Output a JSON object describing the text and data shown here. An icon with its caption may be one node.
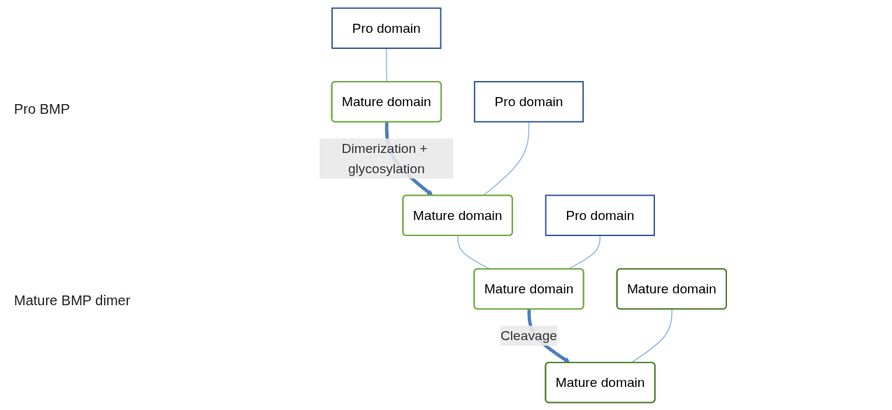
{
  "diagram": {
    "nodes": [
      {
        "text": [
          "Pro domain"
        ]
      },
      {
        "text": [
          "Mature domain"
        ]
      },
      {
        "text": [
          "Pro domain"
        ]
      },
      {
        "text": [
          "Mature domain"
        ]
      },
      {
        "text": [
          "Pro domain"
        ]
      },
      {
        "text": [
          "Mature domain"
        ]
      },
      {
        "text": [
          "Mature domain"
        ]
      },
      {
        "text": [
          "Mature domain"
        ]
      }
    ],
    "edges": [
      {
        "from": 0,
        "to": 1,
        "arrow": "none"
      },
      {
        "from": 1,
        "to": 3,
        "arrow": "to",
        "label": "Dimerization + glycosylation",
        "style": "thick",
        "color": "#4a7ebb"
      },
      {
        "from": 2,
        "to": 3,
        "arrow": "none"
      },
      {
        "from": 3,
        "to": 5,
        "arrow": "none"
      },
      {
        "from": 4,
        "to": 5,
        "arrow": "none"
      },
      {
        "from": 5,
        "to": 7,
        "arrow": "to",
        "label": "Cleavage",
        "style": "thick",
        "color": "#4a7ebb"
      },
      {
        "from": 6,
        "to": 7,
        "arrow": "none"
      }
    ],
    "labels": [
      "Pro BMP",
      "Mature BMP dimer"
    ]
  }
}
